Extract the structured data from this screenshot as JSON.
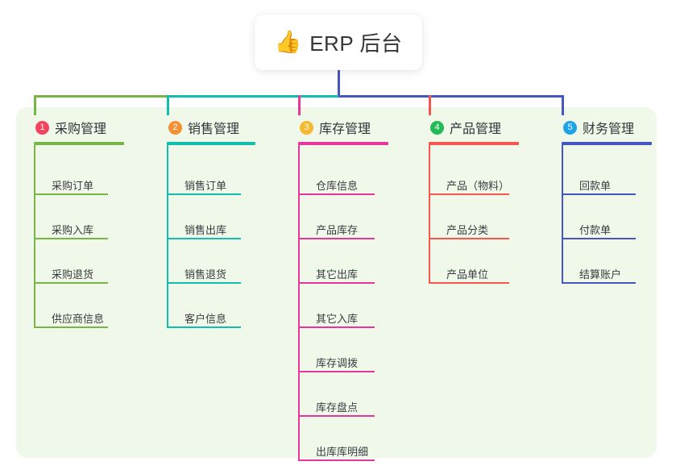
{
  "diagram": {
    "title_text": "ERP 后台",
    "root": {
      "icon": "thumbs-up-icon",
      "emoji": "👍",
      "label": "ERP 后台"
    },
    "panel_color": "#eff8e9",
    "stem_color": "#4656c0",
    "columns": [
      {
        "number": "1",
        "badge_color": "#f4435e",
        "line_color": "#79b447",
        "label": "采购管理",
        "items": [
          {
            "label": "采购订单"
          },
          {
            "label": "采购入库"
          },
          {
            "label": "采购退货"
          },
          {
            "label": "供应商信息"
          }
        ]
      },
      {
        "number": "2",
        "badge_color": "#f59132",
        "line_color": "#10bfae",
        "label": "销售管理",
        "items": [
          {
            "label": "销售订单"
          },
          {
            "label": "销售出库"
          },
          {
            "label": "销售退货"
          },
          {
            "label": "客户信息"
          }
        ]
      },
      {
        "number": "3",
        "badge_color": "#f5b82e",
        "line_color": "#e8359c",
        "label": "库存管理",
        "items": [
          {
            "label": "仓库信息"
          },
          {
            "label": "产品库存"
          },
          {
            "label": "其它出库"
          },
          {
            "label": "其它入库"
          },
          {
            "label": "库存调拨"
          },
          {
            "label": "库存盘点"
          },
          {
            "label": "出库库明细"
          }
        ]
      },
      {
        "number": "4",
        "badge_color": "#22bb55",
        "line_color": "#f7554f",
        "label": "产品管理",
        "items": [
          {
            "label": "产品（物料）"
          },
          {
            "label": "产品分类"
          },
          {
            "label": "产品单位"
          }
        ]
      },
      {
        "number": "5",
        "badge_color": "#1fa2e8",
        "line_color": "#4656c0",
        "label": "财务管理",
        "items": [
          {
            "label": "回款单"
          },
          {
            "label": "付款单"
          },
          {
            "label": "结算账户"
          }
        ]
      }
    ]
  }
}
